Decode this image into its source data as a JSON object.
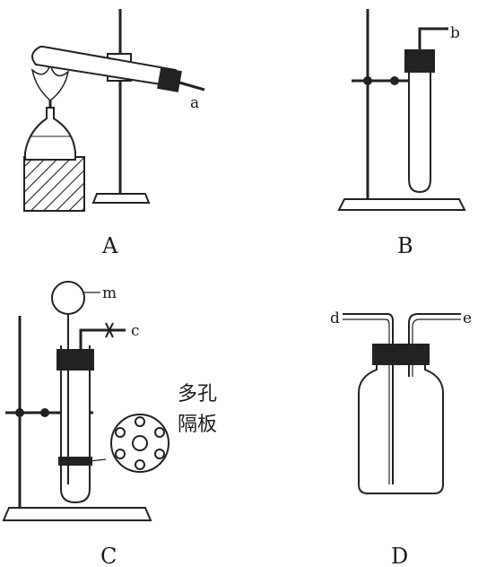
{
  "panels": {
    "A": {
      "label": "A",
      "tube_tag": "a"
    },
    "B": {
      "label": "B",
      "tube_tag": "b"
    },
    "C": {
      "label": "C",
      "funnel_tag": "m",
      "outlet_tag": "c",
      "plate_caption_line1": "多孔",
      "plate_caption_line2": "隔板"
    },
    "D": {
      "label": "D",
      "left_tag": "d",
      "right_tag": "e"
    }
  },
  "colors": {
    "ink": "#1a1a1a",
    "glass": "#444444",
    "stopper": "#222222"
  }
}
